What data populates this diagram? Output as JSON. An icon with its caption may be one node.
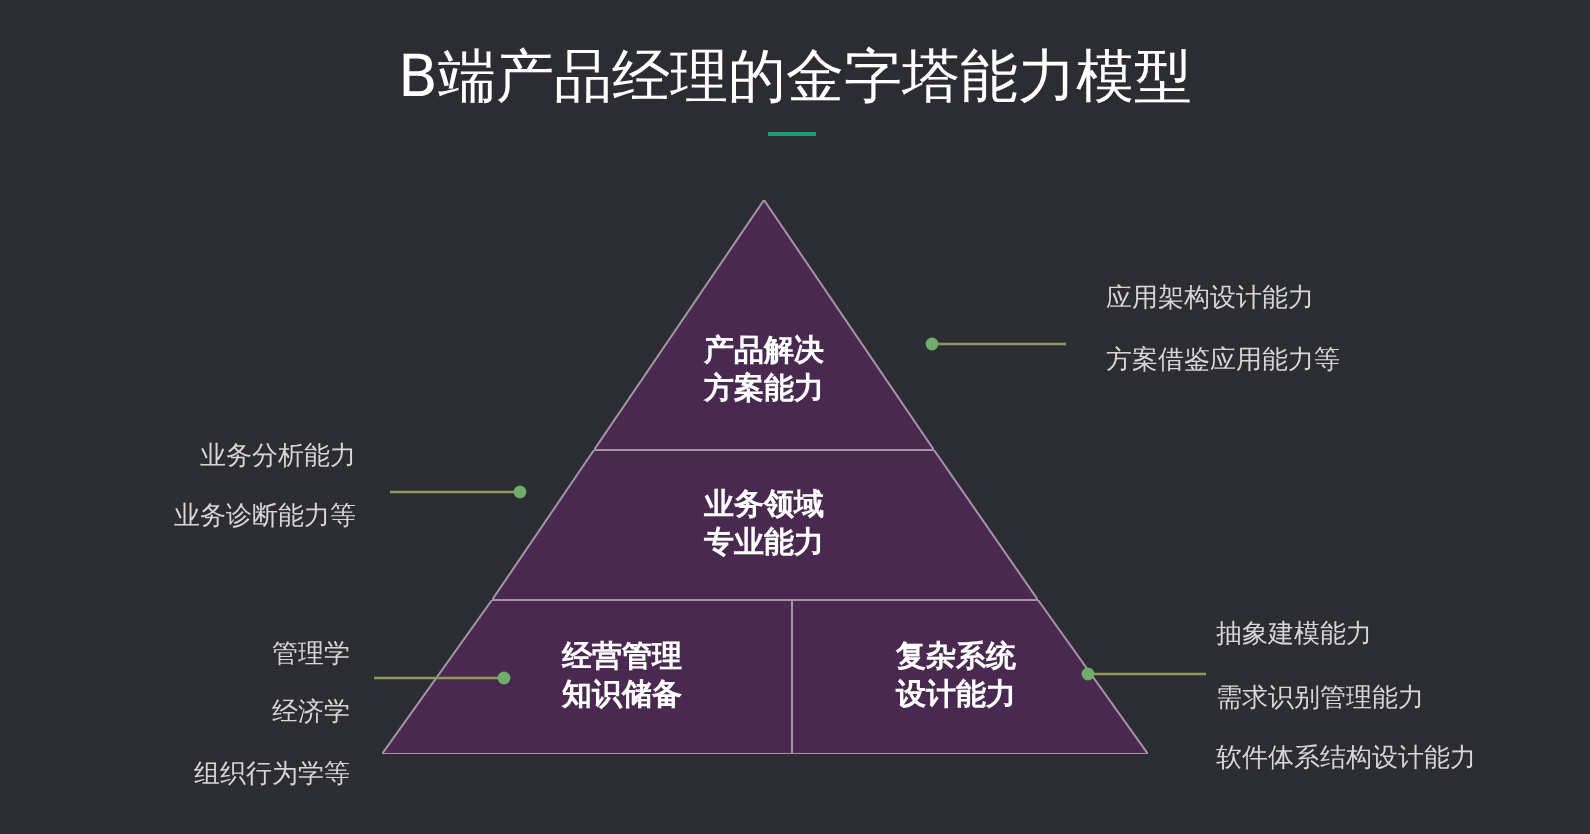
{
  "diagram": {
    "title": "B端产品经理的金字塔能力模型",
    "nodes": [
      {
        "text": [
          "产品解决方案能力"
        ]
      },
      {
        "text": [
          "业务领域专业能力"
        ]
      },
      {
        "text": [
          "经营管理知识储备"
        ]
      },
      {
        "text": [
          "复杂系统设计能力"
        ]
      },
      {
        "text": [
          "应用架构设计能力",
          "方案借鉴应用能力等"
        ]
      },
      {
        "text": [
          "业务分析能力",
          "业务诊断能力等"
        ]
      },
      {
        "text": [
          "管理学",
          "经济学",
          "组织行为学等"
        ]
      },
      {
        "text": [
          "抽象建模能力",
          "需求识别管理能力",
          "软件体系结构设计能力"
        ]
      }
    ],
    "edges": [
      {
        "from": 4,
        "to": 0,
        "arrow": "other"
      },
      {
        "from": 5,
        "to": 1,
        "arrow": "other"
      },
      {
        "from": 6,
        "to": 2,
        "arrow": "other"
      },
      {
        "from": 7,
        "to": 3,
        "arrow": "other"
      }
    ]
  }
}
